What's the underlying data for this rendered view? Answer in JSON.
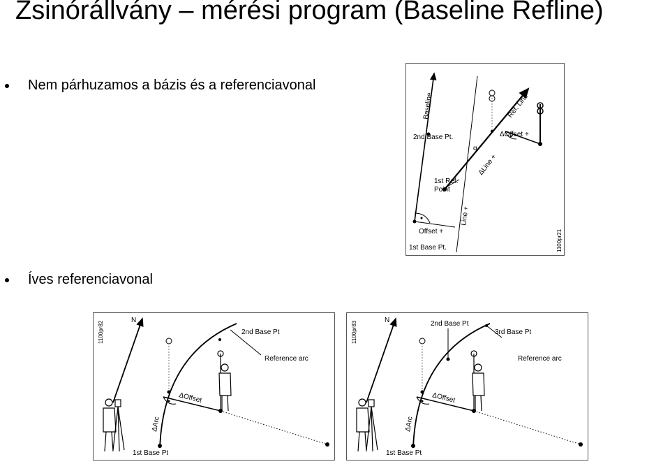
{
  "slide": {
    "title": "Zsinórállvány – mérési program (Baseline Refline)",
    "bullets": [
      "Nem párhuzamos a bázis és a referenciavonal",
      "Íves referenciavonal"
    ]
  },
  "fig1": {
    "baseline": "Baseline",
    "ref_line": "Ref. Line",
    "second_base": "2nd Base Pt.",
    "first_ref": "1st Ref.",
    "point": "Point",
    "alpha": "α",
    "d_line": "ΔLine +",
    "d_offset": "ΔOffset +",
    "offset": "Offset +",
    "line": "Line +",
    "first_base": "1st Base Pt.",
    "code": "1100pr21"
  },
  "fig2": {
    "code": "1100pr82",
    "north": "N",
    "second_base": "2nd Base Pt",
    "ref_arc": "Reference arc",
    "d_offset": "ΔOffset",
    "d_arc": "ΔArc",
    "first_base": "1st Base Pt"
  },
  "fig3": {
    "code": "1100pr83",
    "north": "N",
    "second_base": "2nd Base Pt",
    "third_base": "3rd Base Pt",
    "ref_arc": "Reference arc",
    "d_offset": "ΔOffset",
    "d_arc": "ΔArc",
    "first_base": "1st Base Pt"
  }
}
